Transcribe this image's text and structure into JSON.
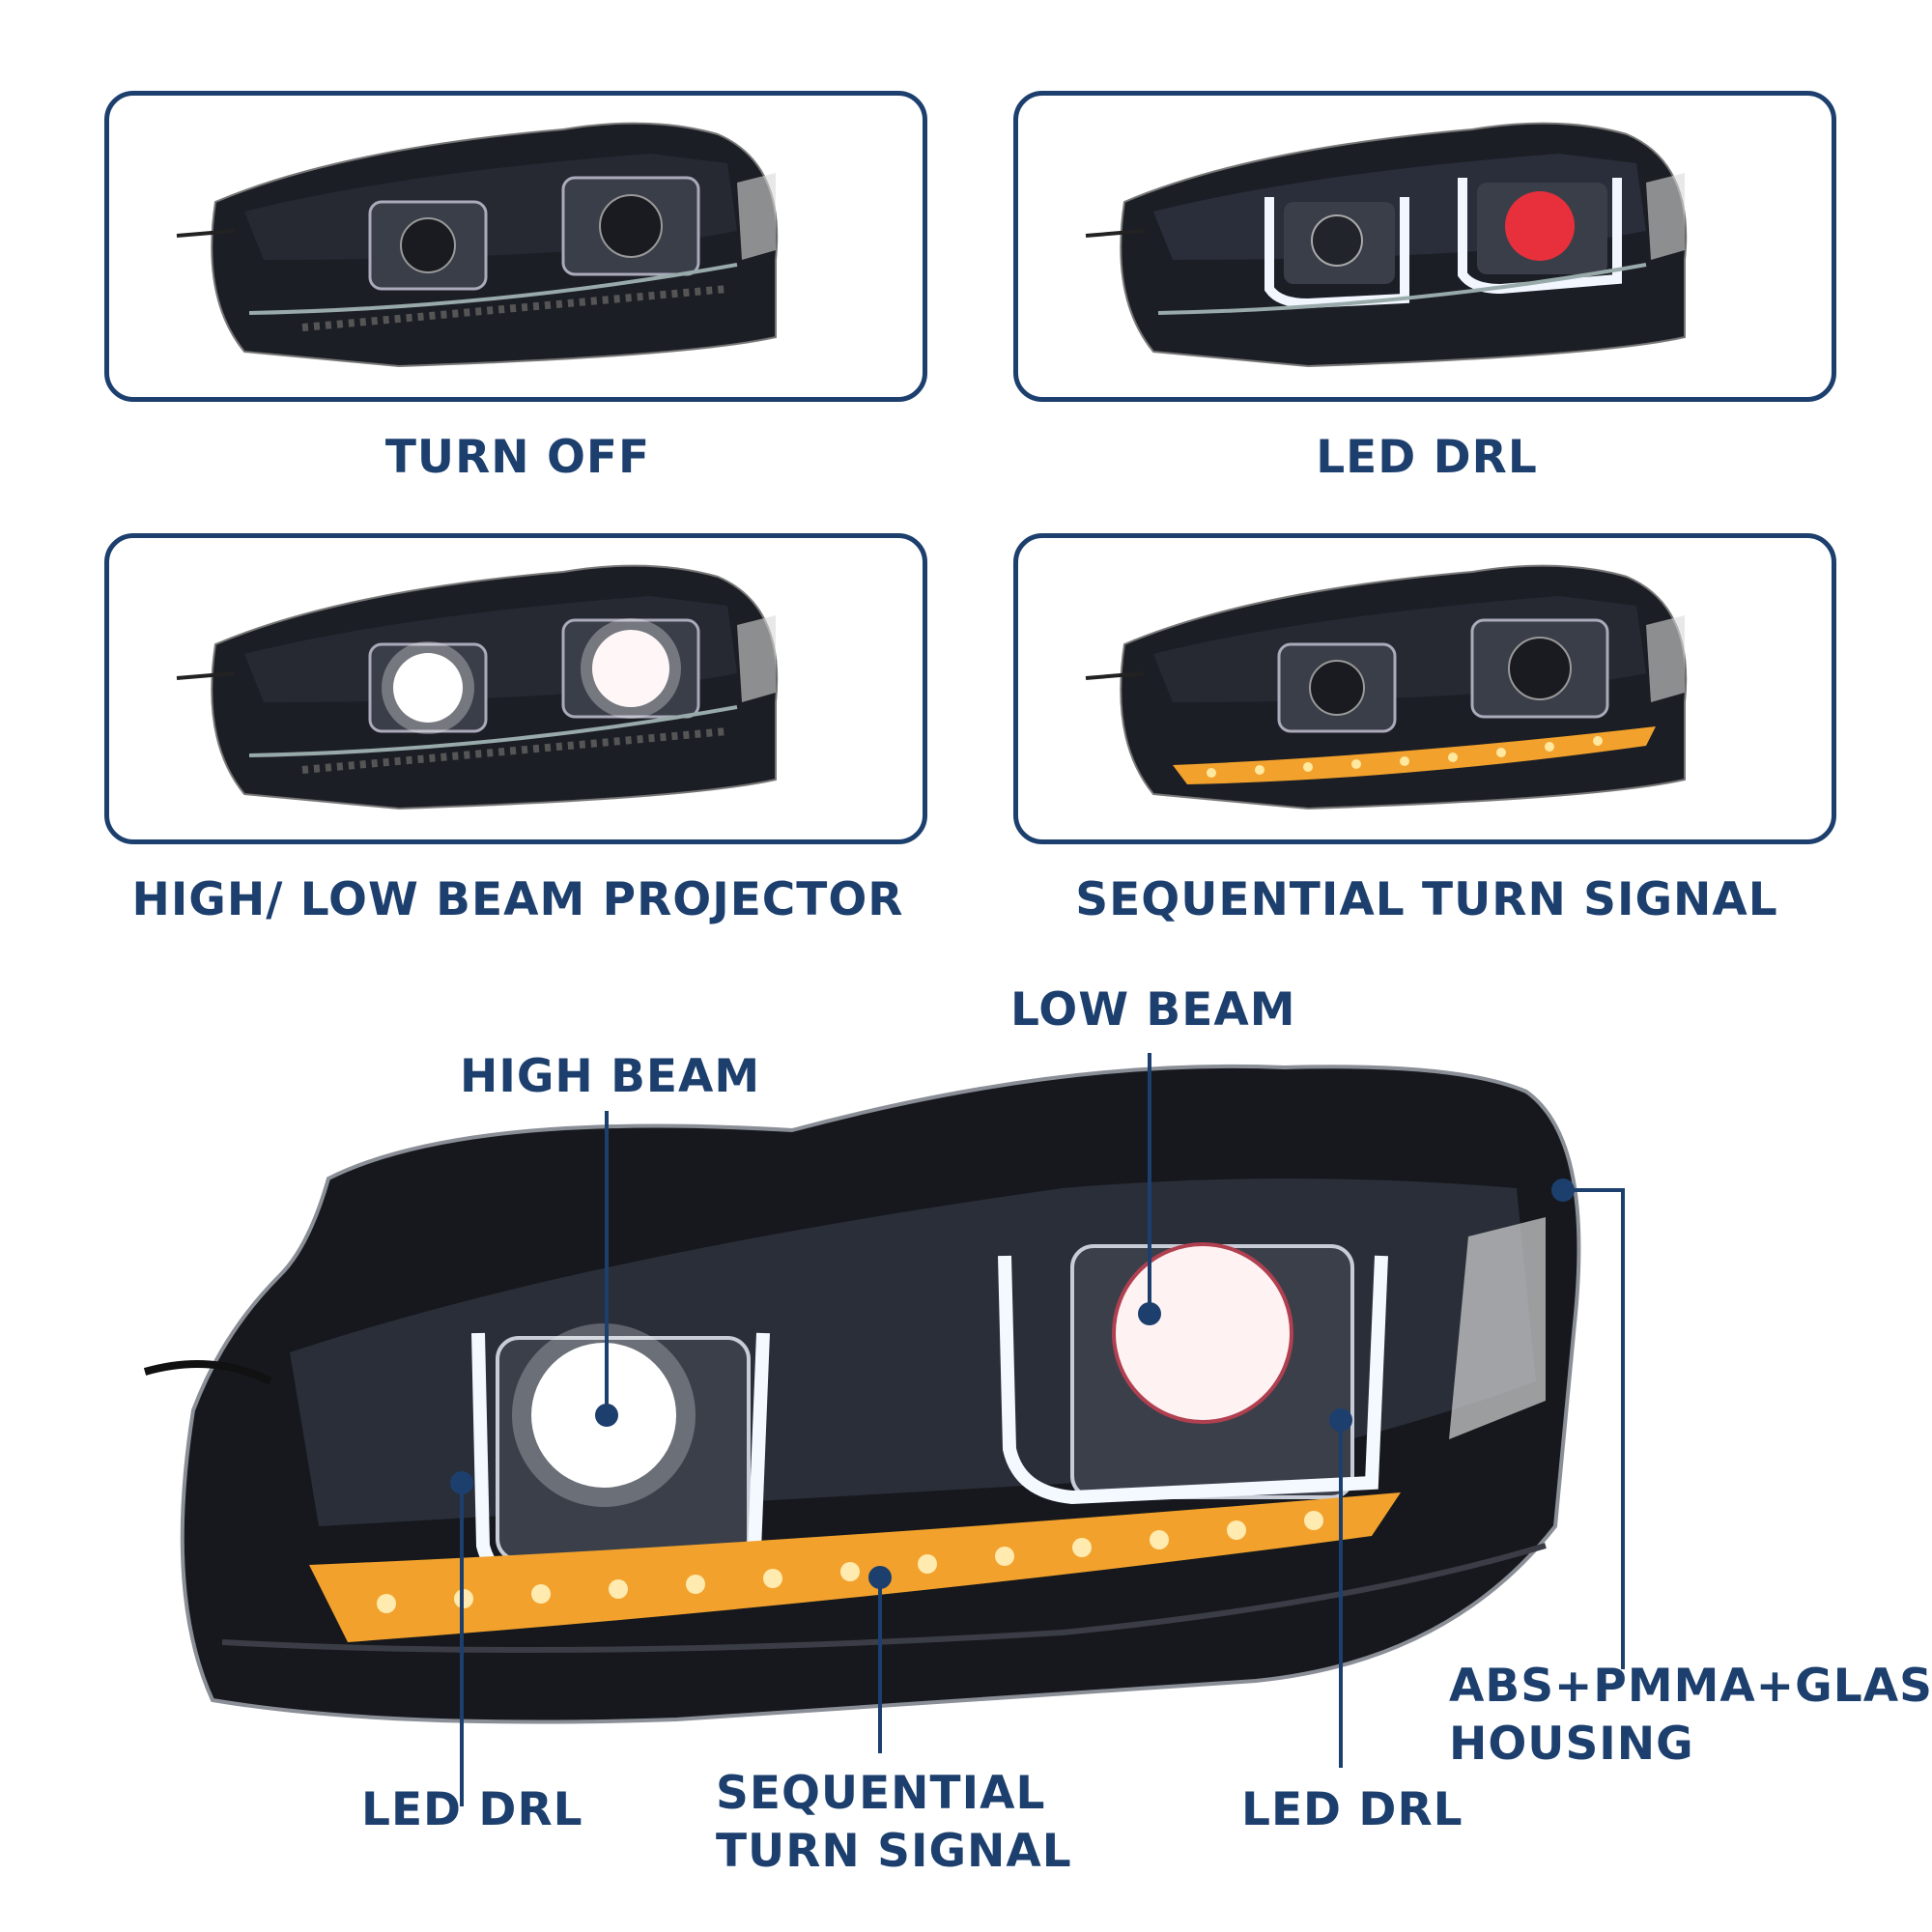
{
  "modes": [
    {
      "caption": "TURN OFF",
      "state": "off"
    },
    {
      "caption": "LED DRL",
      "state": "drl"
    },
    {
      "caption": "HIGH/ LOW BEAM PROJECTOR",
      "state": "beam"
    },
    {
      "caption": "SEQUENTIAL TURN SIGNAL",
      "state": "turn"
    }
  ],
  "callouts": {
    "high_beam": "HIGH BEAM",
    "low_beam": "LOW BEAM",
    "led_drl_left": "LED DRL",
    "sequential_turn_signal_line1": "SEQUENTIAL",
    "sequential_turn_signal_line2": "TURN SIGNAL",
    "led_drl_right": "LED DRL",
    "housing_line1": "ABS+PMMA+GLASS",
    "housing_line2": "HOUSING"
  },
  "colors": {
    "brand_blue": "#1c3f6e",
    "housing_dark": "#1a1c22",
    "drl_white": "#e8eef8",
    "turn_amber": "#f2a22c",
    "projector_red": "#e8303c"
  }
}
